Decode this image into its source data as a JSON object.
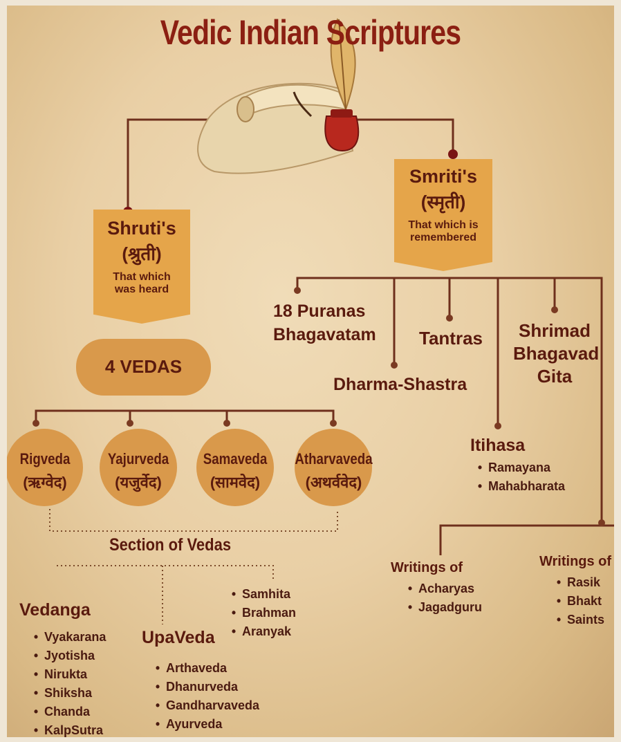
{
  "title": "Vedic Indian Scriptures",
  "shruti": {
    "name": "Shruti's",
    "devanagari": "(श्रुती)",
    "meaning_line1": "That which",
    "meaning_line2": "was heard"
  },
  "smriti": {
    "name": "Smriti's",
    "devanagari": "(स्मृती)",
    "meaning_line1": "That which is",
    "meaning_line2": "remembered"
  },
  "four_vedas": "4 VEDAS",
  "vedas": [
    {
      "name": "Rigveda",
      "devanagari": "(ऋग्वेद)"
    },
    {
      "name": "Yajurveda",
      "devanagari": "(यजुर्वेद)"
    },
    {
      "name": "Samaveda",
      "devanagari": "(सामवेद)"
    },
    {
      "name": "Atharvaveda",
      "devanagari": "(अथर्ववेद)"
    }
  ],
  "section_of_vedas": "Section of Vedas",
  "vedanga": {
    "title": "Vedanga",
    "items": [
      "Vyakarana",
      "Jyotisha",
      "Nirukta",
      "Shiksha",
      "Chanda",
      "KalpSutra"
    ]
  },
  "upaveda": {
    "title": "UpaVeda",
    "items": [
      "Arthaveda",
      "Dhanurveda",
      "Gandharvaveda",
      "Ayurveda"
    ]
  },
  "samhita_group": {
    "items": [
      "Samhita",
      "Brahman",
      "Aranyak"
    ]
  },
  "smriti_branches": {
    "puranas_line1": "18 Puranas",
    "puranas_line2": "Bhagavatam",
    "dharma": "Dharma-Shastra",
    "tantras": "Tantras",
    "gita_line1": "Shrimad",
    "gita_line2": "Bhagavad",
    "gita_line3": "Gita",
    "itihasa": {
      "title": "Itihasa",
      "items": [
        "Ramayana",
        "Mahabharata"
      ]
    }
  },
  "writings_acharyas": {
    "title": "Writings of",
    "items": [
      "Acharyas",
      "Jagadguru"
    ]
  },
  "writings_rasik": {
    "title": "Writings of",
    "items": [
      "Rasik",
      "Bhakt",
      "Saints"
    ]
  },
  "colors": {
    "title": "#8b1f12",
    "text": "#5a1a0e",
    "box": "#e5a54a",
    "circle": "#d9994b",
    "line": "#7a3a22"
  },
  "icons": [
    "scroll-quill-icon",
    "inkpot-icon"
  ]
}
